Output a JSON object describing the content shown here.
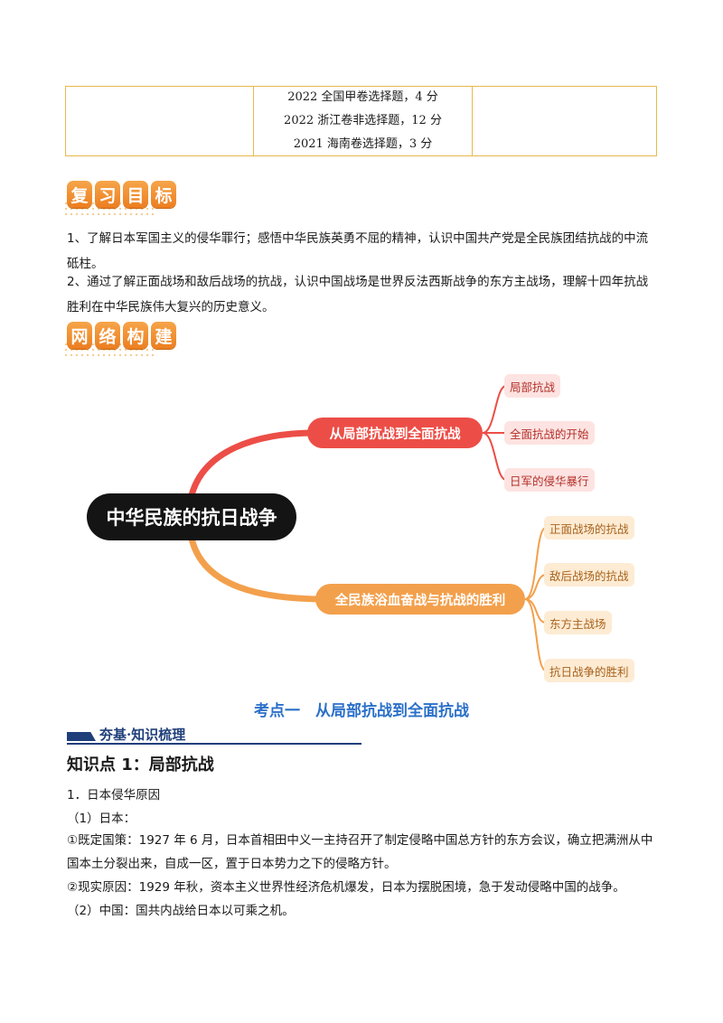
{
  "top_table": {
    "lines": [
      "2022 全国甲卷选择题，4 分",
      "2022 浙江卷非选择题，12 分",
      "2021 海南卷选择题，3 分"
    ]
  },
  "review_badge": [
    "复",
    "习",
    "目",
    "标"
  ],
  "objectives": [
    "1、了解日本军国主义的侵华罪行；感悟中华民族英勇不屈的精神，认识中国共产党是全民族团结抗战的中流砥柱。",
    "2、通过了解正面战场和敌后战场的抗战，认识中国战场是世界反法西斯战争的东方主战场，理解十四年抗战胜利在中华民族伟大复兴的历史意义。"
  ],
  "network_badge": [
    "网",
    "络",
    "构",
    "建"
  ],
  "mindmap": {
    "root": "中华民族的抗日战争",
    "branch1": {
      "label": "从局部抗战到全面抗战",
      "leaves": [
        "局部抗战",
        "全面抗战的开始",
        "日军的侵华暴行"
      ]
    },
    "branch2": {
      "label": "全民族浴血奋战与抗战的胜利",
      "leaves": [
        "正面战场的抗战",
        "敌后战场的抗战",
        "东方主战场",
        "抗日战争的胜利"
      ]
    },
    "colors": {
      "red": "#ec4e47",
      "orange": "#f3a04c",
      "root": "#141414"
    }
  },
  "section_heading": "考点一　从局部抗战到全面抗战",
  "duoji_label": "夯基·知识梳理",
  "knowledge_point_title": "知识点 1：局部抗战",
  "body": {
    "l1": "1．日本侵华原因",
    "l2": "（1）日本：",
    "l3": "①既定国策：1927 年 6 月，日本首相田中义一主持召开了制定侵略中国总方针的东方会议，确立把满洲从中国本土分裂出来，自成一区，置于日本势力之下的侵略方针。",
    "l4": "②现实原因：1929 年秋，资本主义世界性经济危机爆发，日本为摆脱困境，急于发动侵略中国的战争。",
    "l5": "（2）中国：国共内战给日本以可乘之机。"
  }
}
